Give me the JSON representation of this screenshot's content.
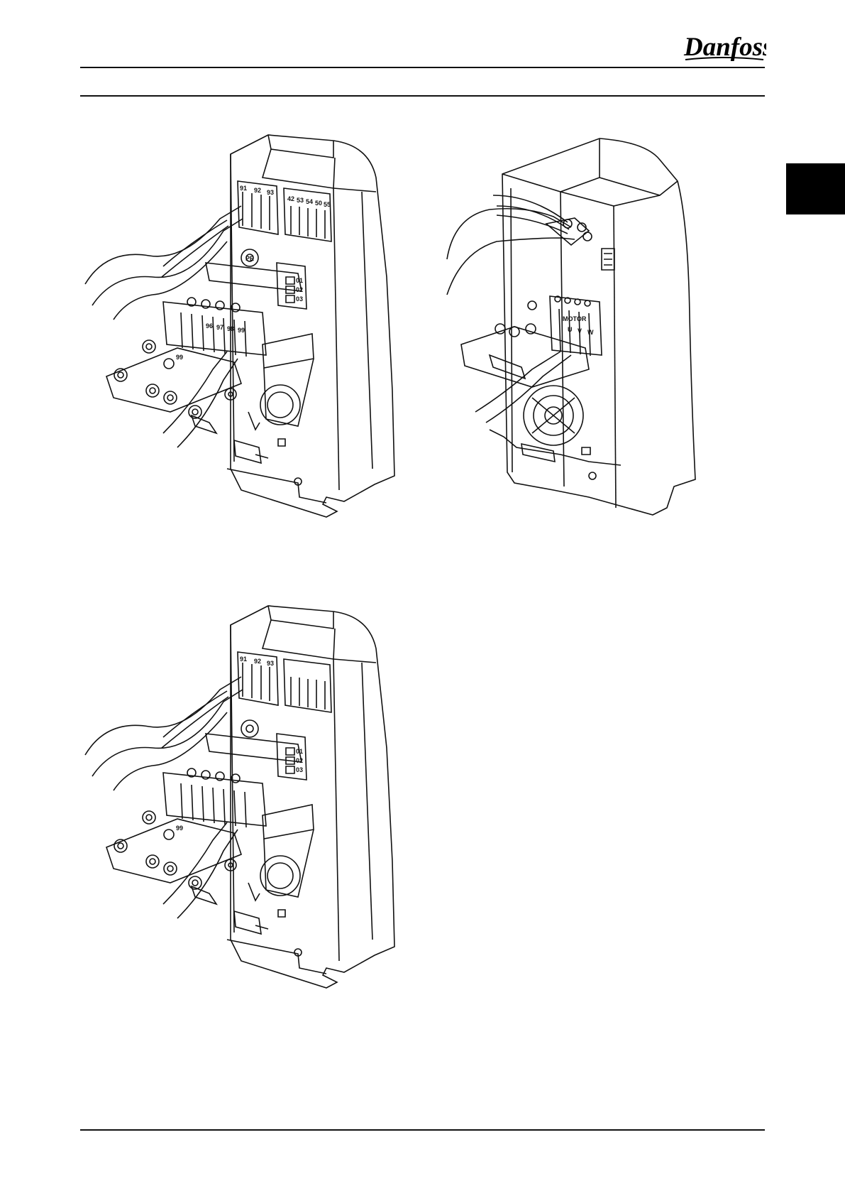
{
  "header": {
    "brand": "Danfoss"
  },
  "figure_1": {
    "label_pe": "PE",
    "label_top_terminals": [
      "91",
      "92",
      "93"
    ],
    "label_control_terminals": [
      "42",
      "53",
      "54",
      "50",
      "55"
    ],
    "label_relay": [
      "01",
      "02",
      "03"
    ],
    "label_bottom_terminals": [
      "96",
      "97",
      "98",
      "99"
    ],
    "label_earth": "99"
  },
  "figure_2": {
    "label_motor": "MOTOR",
    "label_motor_terminals": [
      "U",
      "V",
      "W"
    ]
  },
  "figure_3": {
    "label_top_terminals": [
      "91",
      "92",
      "93"
    ],
    "label_relay": [
      "01",
      "02",
      "03"
    ],
    "label_earth": "99"
  },
  "colors": {
    "ink": "#111111",
    "tab": "#000000"
  }
}
